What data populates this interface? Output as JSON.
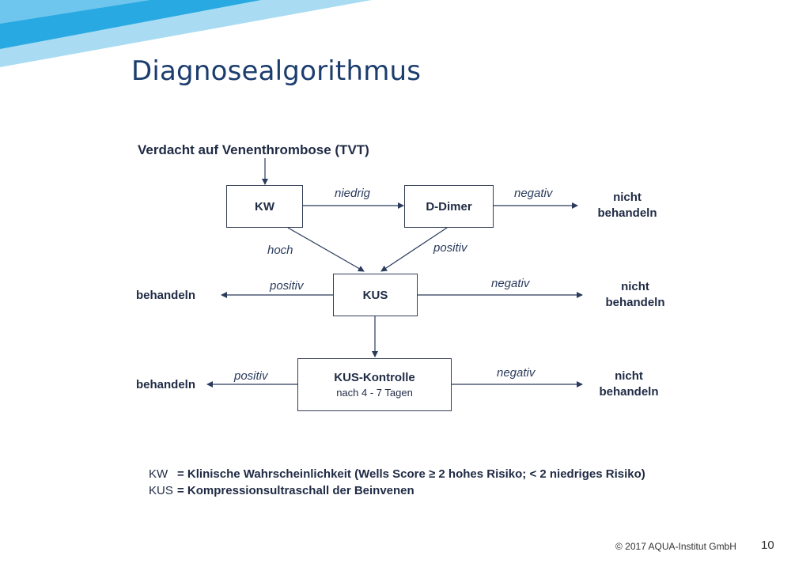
{
  "slide": {
    "title": "Diagnosealgorithmus",
    "footer": "© 2017 AQUA-Institut GmbH",
    "page_number": "10",
    "colors": {
      "banner_dark": "#29a9e1",
      "banner_light": "#a9dcf3",
      "title": "#1b3d6e",
      "lines": "#2a3b5c"
    }
  },
  "diagram": {
    "start": "Verdacht auf Venenthrombose (TVT)",
    "nodes": {
      "kw": "KW",
      "ddimer": "D-Dimer",
      "kus": "KUS",
      "kontrolle_title": "KUS-Kontrolle",
      "kontrolle_sub": "nach 4 - 7 Tagen"
    },
    "edges": {
      "niedrig": "niedrig",
      "negativ1": "negativ",
      "hoch": "hoch",
      "positiv1": "positiv",
      "positiv2": "positiv",
      "negativ2": "negativ",
      "positiv3": "positiv",
      "negativ3": "negativ"
    },
    "outcomes": {
      "o1_line1": "nicht",
      "o1_line2": "behandeln",
      "o2": "behandeln",
      "o3_line1": "nicht",
      "o3_line2": "behandeln",
      "o4": "behandeln",
      "o5_line1": "nicht",
      "o5_line2": "behandeln"
    }
  },
  "legend": {
    "kw_abbr": "KW",
    "kw_text": "= Klinische Wahrscheinlichkeit (Wells Score ≥ 2 hohes Risiko; < 2 niedriges Risiko)",
    "kus_abbr": "KUS",
    "kus_text": "= Kompressionsultraschall der Beinvenen"
  }
}
